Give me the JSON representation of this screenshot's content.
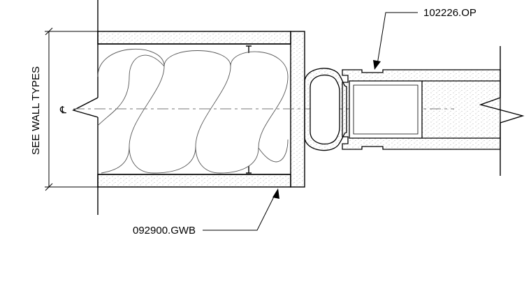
{
  "annotations": {
    "top_callout": "102226.OP",
    "bottom_callout": "092900.GWB",
    "dimension_label": "SEE WALL TYPES",
    "centerline_symbol": "℄"
  },
  "colors": {
    "line": "#000000",
    "hatch": "#9a9a9a",
    "background": "#ffffff"
  }
}
